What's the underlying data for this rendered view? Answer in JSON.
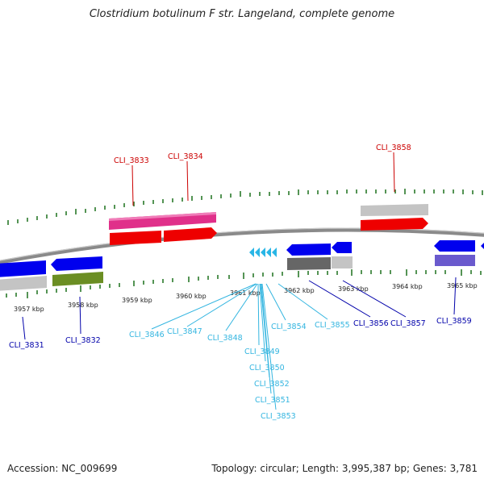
{
  "title": "Clostridium botulinum F str. Langeland, complete genome",
  "footer": {
    "accession": "Accession: NC_009699",
    "summary": "Topology: circular; Length: 3,995,387 bp; Genes: 3,781"
  },
  "colors": {
    "label_red": "#cc0000",
    "label_darkblue": "#0000aa",
    "label_cyan": "#33b5e0",
    "tick_green": "#2a7a2a",
    "backbone": "#888888",
    "gene_blue": "#0000ee",
    "gene_red": "#ee0000",
    "gene_magenta": "#e0308a",
    "gene_gray": "#c4c4c4",
    "gene_darkgray": "#666666",
    "gene_olive": "#6b8e23",
    "gene_purple": "#6a5acd",
    "trna_cyan": "#29b6e6"
  },
  "scale_labels": [
    "3957 kbp",
    "3958 kbp",
    "3959 kbp",
    "3960 kbp",
    "3961 kbp",
    "3962 kbp",
    "3963 kbp",
    "3964 kbp",
    "3965 kbp"
  ],
  "gene_labels": {
    "cli_3833": "CLI_3833",
    "cli_3834": "CLI_3834",
    "cli_3858": "CLI_3858",
    "cli_3831": "CLI_3831",
    "cli_3832": "CLI_3832",
    "cli_3846": "CLI_3846",
    "cli_3847": "CLI_3847",
    "cli_3848": "CLI_3848",
    "cli_3849": "CLI_3849",
    "cli_3850": "CLI_3850",
    "cli_3852": "CLI_3852",
    "cli_3851": "CLI_3851",
    "cli_3853": "CLI_3853",
    "cli_3854": "CLI_3854",
    "cli_3855": "CLI_3855",
    "cli_3856": "CLI_3856",
    "cli_3857": "CLI_3857",
    "cli_3859": "CLI_3859"
  }
}
